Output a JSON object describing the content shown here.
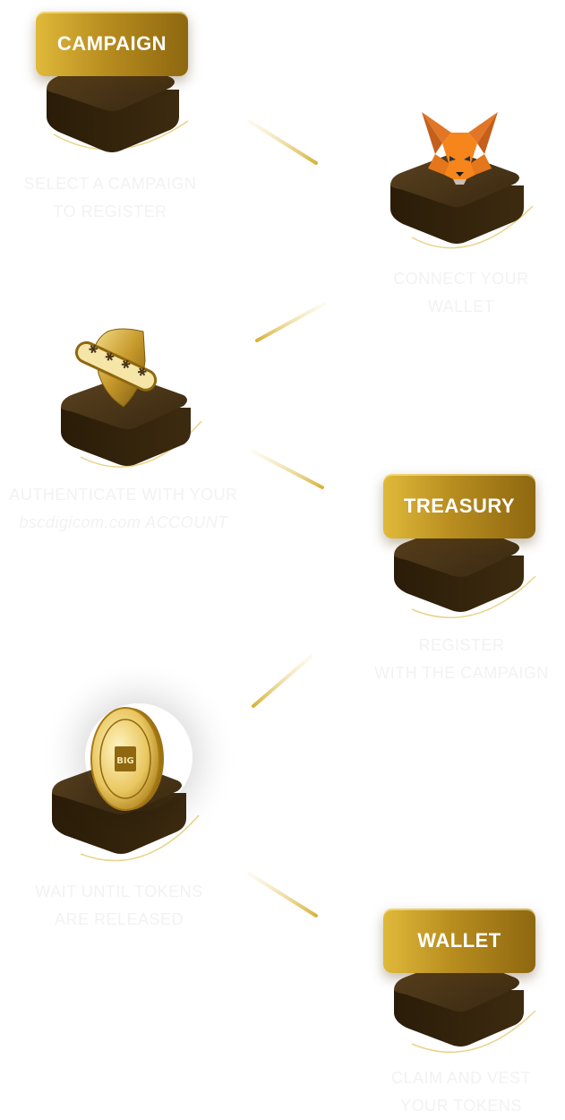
{
  "steps": [
    {
      "button_label": "CAMPAIGN",
      "caption_line1": "SELECT A CAMPAIGN",
      "caption_line2": "TO REGISTER"
    },
    {
      "icon": "metamask-fox-icon",
      "caption_line1": "CONNECT YOUR",
      "caption_line2": "WALLET"
    },
    {
      "icon": "shield-icon",
      "caption_line1": "AUTHENTICATE WITH YOUR",
      "caption_line2": "bscdigicom.com ACCOUNT"
    },
    {
      "button_label": "TREASURY",
      "caption_line1": "REGISTER",
      "caption_line2": "WITH THE CAMPAIGN"
    },
    {
      "icon": "coin-icon",
      "coin_text": "BIG",
      "caption_line1": "WAIT UNTIL TOKENS",
      "caption_line2": "ARE RELEASED"
    },
    {
      "button_label": "WALLET",
      "caption_line1": "CLAIM AND VEST",
      "caption_line2": "YOUR TOKENS"
    }
  ],
  "colors": {
    "gold_light": "#e0b93a",
    "gold_dark": "#8e6710",
    "pedestal_top": "#4a3518",
    "pedestal_side": "#2e200c"
  }
}
